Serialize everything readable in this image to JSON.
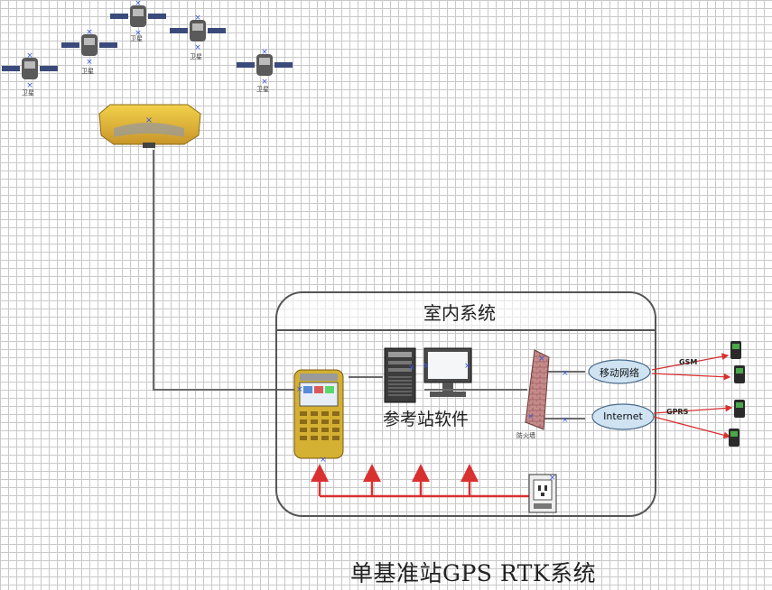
{
  "satellites": [
    {
      "id": "sat1",
      "label": "卫星"
    },
    {
      "id": "sat2",
      "label": "卫星"
    },
    {
      "id": "sat3",
      "label": "卫星"
    },
    {
      "id": "sat4",
      "label": "卫星"
    },
    {
      "id": "sat5",
      "label": "卫星"
    }
  ],
  "indoor_panel": {
    "title": "室内系统"
  },
  "software": {
    "label": "参考站软件"
  },
  "firewall": {
    "label": "防火墙"
  },
  "networks": {
    "mobile": "移动网络",
    "internet": "Internet"
  },
  "links": {
    "gsm": "GSM",
    "gprs": "GPRS"
  },
  "caption": "单基准站GPS RTK系统",
  "colors": {
    "power_arrow": "#d93030",
    "link_arrow": "#d93030",
    "receiver": "#e8b923",
    "cloud": "#cfe3f2",
    "panel_border": "#555555"
  }
}
